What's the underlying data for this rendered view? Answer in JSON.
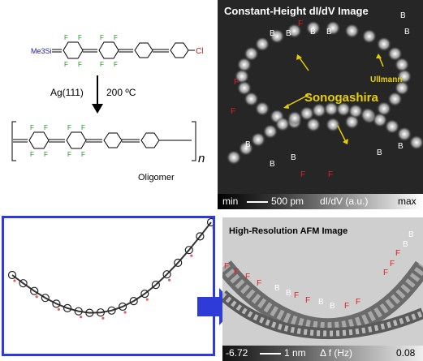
{
  "reaction": {
    "tms_label": "Me3Si",
    "cl_label": "Cl",
    "f_label": "F",
    "substrate_label": "Ag(111)",
    "temperature_label": "200 ºC",
    "subscript_n": "n",
    "product_label": "Oligomer"
  },
  "stm": {
    "title": "Constant-Height dI/dV Image",
    "sonogashira_label": "Sonogashira",
    "ullmann_label": "Ullmann",
    "b_label": "B",
    "f_label": "F",
    "scalebar": {
      "min": "min",
      "length": "500 pm",
      "unit": "dI/dV (a.u.)",
      "max": "max"
    }
  },
  "afm": {
    "title": "High-Resolution AFM Image",
    "b_label": "B",
    "f_label": "F",
    "scalebar": {
      "min": "-6.72",
      "length": "1 nm",
      "unit": "Δ f (Hz)",
      "max": "0.08"
    }
  },
  "colors": {
    "accent_blue": "#2f3bd6",
    "fluorine_green": "#1a9a1a",
    "label_red": "#e02020",
    "arrow_yellow": "#e8d000",
    "silicon_blue": "#2020b0",
    "chlorine_red": "#d01010"
  }
}
